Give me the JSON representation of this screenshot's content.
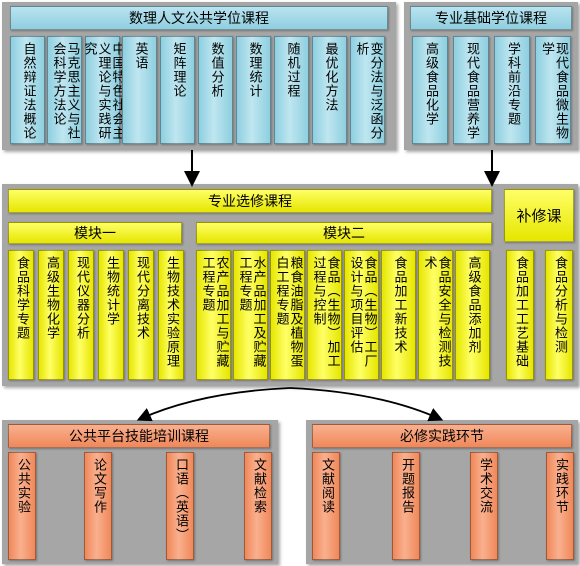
{
  "public_courses": {
    "title": "数理人文公共学位课程",
    "items": [
      "自然辩证法概论",
      "马克思主义与社会科学方法论",
      "中国特色社会主义理论与实践研究",
      "英语",
      "矩阵理论",
      "数值分析",
      "数理统计",
      "随机过程",
      "最优化方法",
      "变分法与泛函分析"
    ]
  },
  "basic_courses": {
    "title": "专业基础学位课程",
    "items": [
      "高级食品化学",
      "现代食品营养学",
      "学科前沿专题",
      "现代食品微生物学"
    ]
  },
  "elective": {
    "title": "专业选修课程",
    "module1": {
      "title": "模块一",
      "items": [
        "食品科学专题",
        "高级生物化学",
        "现代仪器分析",
        "生物统计学",
        "现代分离技术",
        "生物技术实验原理"
      ]
    },
    "module2": {
      "title": "模块二",
      "items": [
        "农产品加工与贮藏工程专题",
        "水产品加工及贮藏工程专题",
        "粮食油脂及植物蛋白工程专题",
        "食品（生物）加工过程与控制",
        "食品（生物）工厂设计与项目评估",
        "食品加工新技术",
        "食品安全与检测技术",
        "高级食品添加剂"
      ]
    }
  },
  "supplementary": {
    "title": "补修课",
    "items": [
      "食品加工工艺基础",
      "食品分析与检测"
    ]
  },
  "platform": {
    "title": "公共平台技能培训课程",
    "items": [
      "公共实验",
      "论文写作",
      "口语（英语）",
      "文献检索"
    ]
  },
  "practice": {
    "title": "必修实践环节",
    "items": [
      "文献阅读",
      "开题报告",
      "学术交流",
      "实践环节"
    ]
  }
}
